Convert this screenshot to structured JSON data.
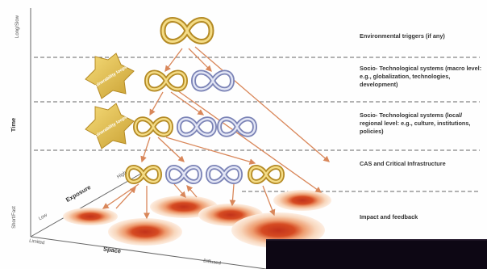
{
  "levels": [
    "Environmental triggers (if any)",
    "Socio- Technological systems (macro level: e.g., globalization, technologies, development)",
    "Socio- Technological systems (local/ regional level: e.g., culture, institutions, policies)",
    "CAS and Critical Infrastructure",
    "Impact and feedback"
  ],
  "badges": [
    "Vulnerability loops",
    "Vulnerability loops"
  ],
  "axes": {
    "time": "Time",
    "time_top": "Long/Slow",
    "time_bottom": "Short/Fast",
    "exposure": "Exposure",
    "exposure_low": "Low",
    "exposure_high": "High",
    "space": "Space",
    "space_left": "Limited",
    "space_right": "Diffused"
  },
  "colors": {
    "gold": "#d8b73c",
    "silver": "#8a93c2",
    "arrow": "#d9875a",
    "impact": "#c2321a",
    "dark_panel": "#0d0714"
  }
}
